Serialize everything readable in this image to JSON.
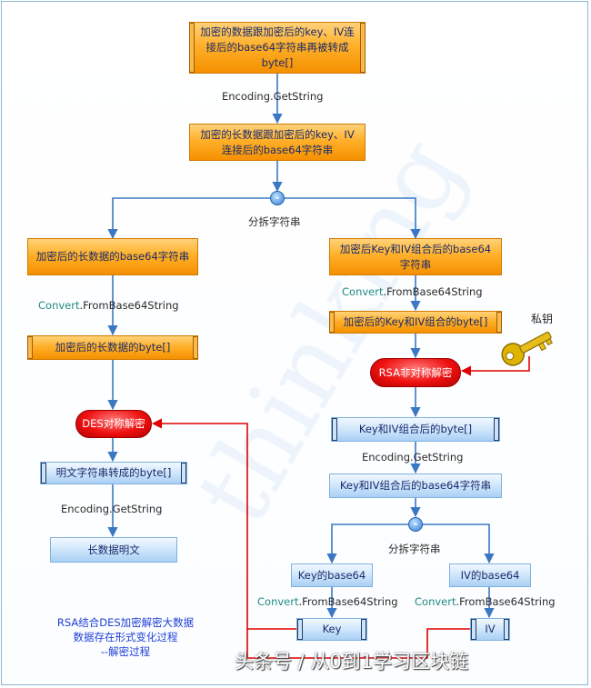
{
  "boxes": {
    "top_concat_bytes": "加密的数据跟加密后的key、IV连接后的base64字符串再被转成byte[]",
    "top_concat_string": "加密的长数据跟加密后的key、IV连接后的base64字符串",
    "left_data_b64": "加密后的长数据的base64字符串",
    "left_data_bytes": "加密后的长数据的byte[]",
    "des_decrypt": "DES对称解密",
    "plaintext_bytes": "明文字符串转成的byte[]",
    "plaintext": "长数据明文",
    "right_keyiv_b64": "加密后Key和IV组合后的base64字符串",
    "right_keyiv_bytes": "加密后的Key和IV组合的byte[]",
    "rsa_decrypt": "RSA非对称解密",
    "keyiv_bytes": "Key和IV组合后的byte[]",
    "keyiv_b64": "Key和IV组合后的base64字符串",
    "key_b64": "Key的base64",
    "iv_b64": "IV的base64",
    "key": "Key",
    "iv": "IV"
  },
  "labels": {
    "encoding_getstring_1": "Encoding.GetString",
    "split_1": "分拆字符串",
    "convert_left": "Convert.FromBase64String",
    "convert_right": "Convert.FromBase64String",
    "encoding_getstring_left": "Encoding.GetString",
    "encoding_getstring_right": "Encoding.GetString",
    "split_2": "分拆字符串",
    "convert_key": "Convert.FromBase64String",
    "convert_iv": "Convert.FromBase64String",
    "private_key": "私钥",
    "merge_symbol": "-"
  },
  "note": {
    "line1": "RSA结合DES加密解密大数据",
    "line2": "数据存在形式变化过程",
    "line3": "--解密过程"
  },
  "watermark": "头条号 / 从0到1学习区块链",
  "bg_watermark": "thinking",
  "colors": {
    "arrow_blue": "#3b78c4",
    "arrow_red": "#e00000",
    "orange": "#f7a21b",
    "light_blue": "#cfe6fb",
    "red_node": "#ee1111"
  }
}
